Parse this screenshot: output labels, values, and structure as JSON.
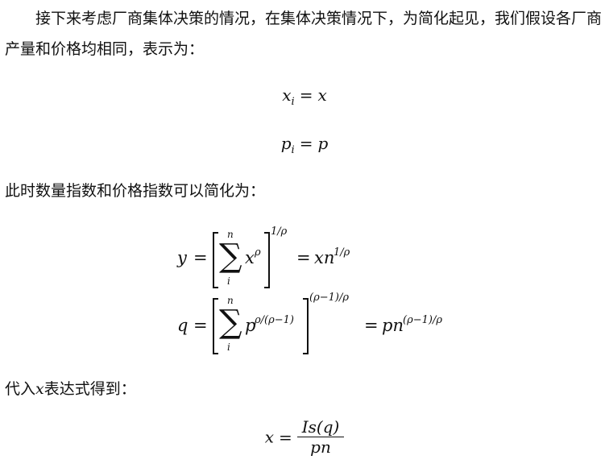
{
  "paragraph_1": "接下来考虑厂商集体决策的情况，在集体决策情况下，为简化起见，我们假设各厂商产量和价格均相同，表示为：",
  "paragraph_2": "此时数量指数和价格指数可以简化为：",
  "paragraph_3": "代入",
  "paragraph_3_var": "x",
  "paragraph_3_tail": "表达式得到：",
  "equations": {
    "eq1": {
      "lhs": "x",
      "lhs_sub": "i",
      "rhs": "x"
    },
    "eq2": {
      "lhs": "p",
      "lhs_sub": "i",
      "rhs": "p"
    },
    "eq3": {
      "lhs": "y",
      "sum_top": "n",
      "sum_bottom": "i",
      "term": "x",
      "term_sup": "ρ",
      "outer_sup": "1/ρ",
      "rhs_base": "xn",
      "rhs_sup": "1/ρ"
    },
    "eq4": {
      "lhs": "q",
      "sum_top": "n",
      "sum_bottom": "i",
      "term": "p",
      "term_sup": "ρ/(ρ−1)",
      "outer_sup": "(ρ−1)/ρ",
      "rhs_base": "pn",
      "rhs_sup": "(ρ−1)/ρ"
    },
    "eq5": {
      "lhs": "x",
      "numerator": "Is(q)",
      "denominator": "pn"
    }
  },
  "symbols": {
    "equals": "=",
    "sigma": "∑"
  }
}
